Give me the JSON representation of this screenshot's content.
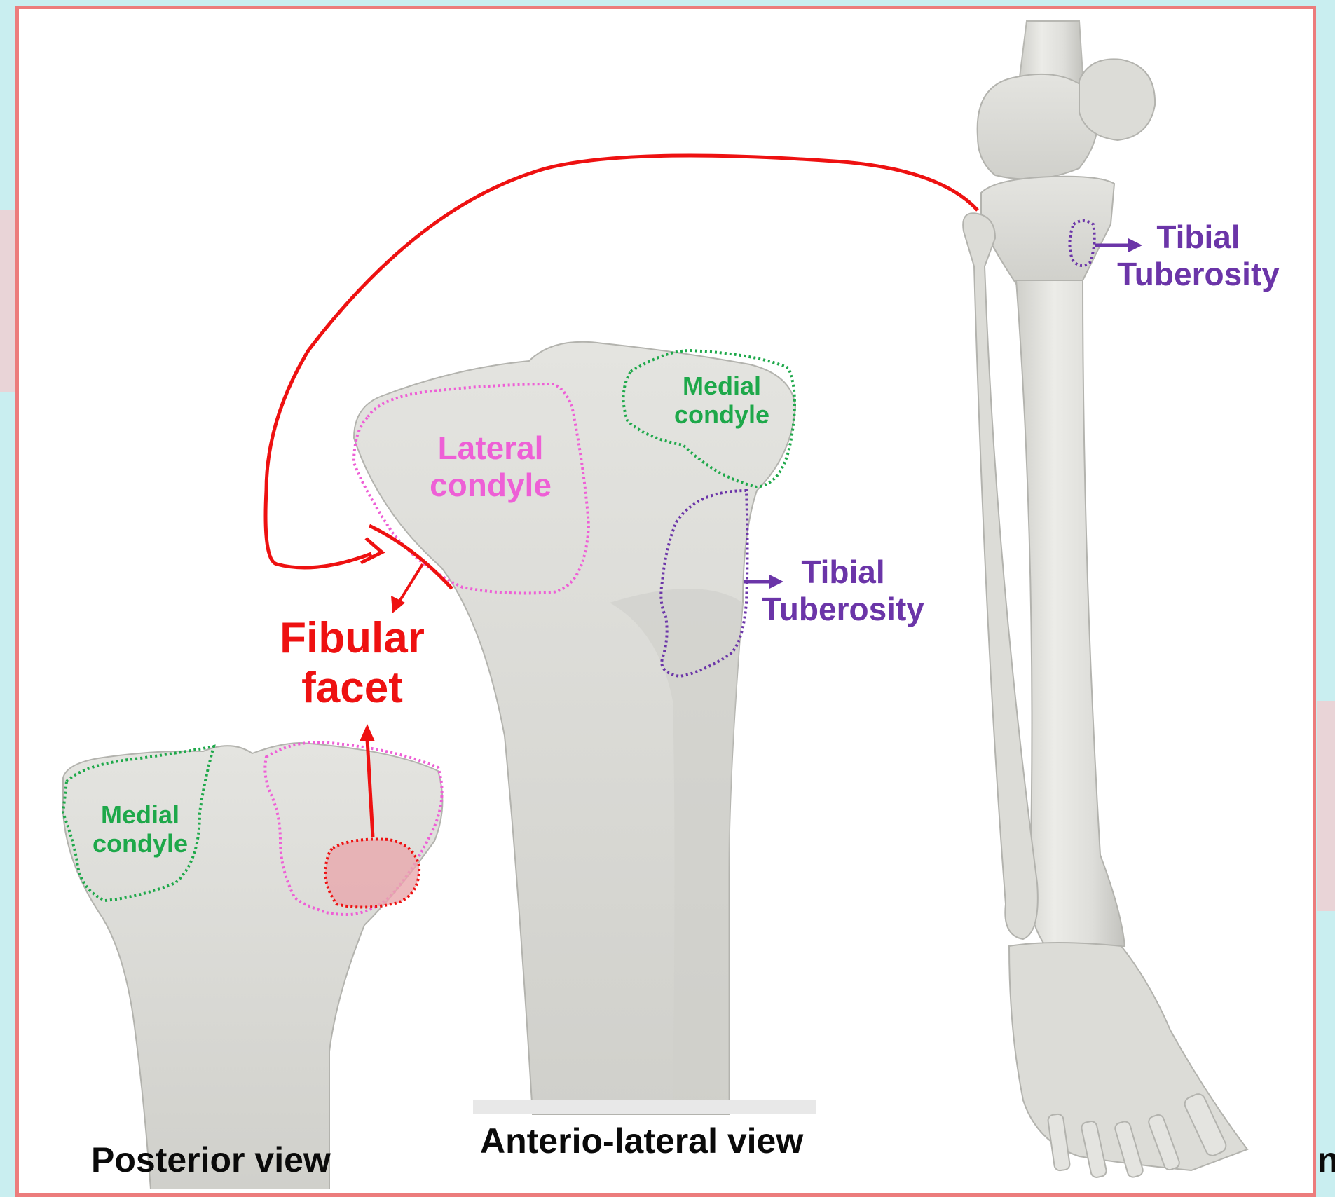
{
  "colors": {
    "annotation_red": "#ee1111",
    "condyle_green": "#1ea84a",
    "condyle_pink": "#ee5fd6",
    "tuberosity_purple": "#6b35a8",
    "frame_border": "#ec7c7c",
    "background": "#c9eef0"
  },
  "labels": {
    "fibular_facet_line1": "Fibular",
    "fibular_facet_line2": "facet",
    "lateral_condyle_line1": "Lateral",
    "lateral_condyle_line2": "condyle",
    "medial_condyle_main_line1": "Medial",
    "medial_condyle_main_line2": "condyle",
    "medial_condyle_post_line1": "Medial",
    "medial_condyle_post_line2": "condyle",
    "tibial_tuberosity_main_line1": "Tibial",
    "tibial_tuberosity_main_line2": "Tuberosity",
    "tibial_tuberosity_leg_line1": "Tibial",
    "tibial_tuberosity_leg_line2": "Tuberosity"
  },
  "views": {
    "posterior": "Posterior view",
    "anterio_lateral": "Anterio-lateral view"
  },
  "corner_fragment": "n"
}
